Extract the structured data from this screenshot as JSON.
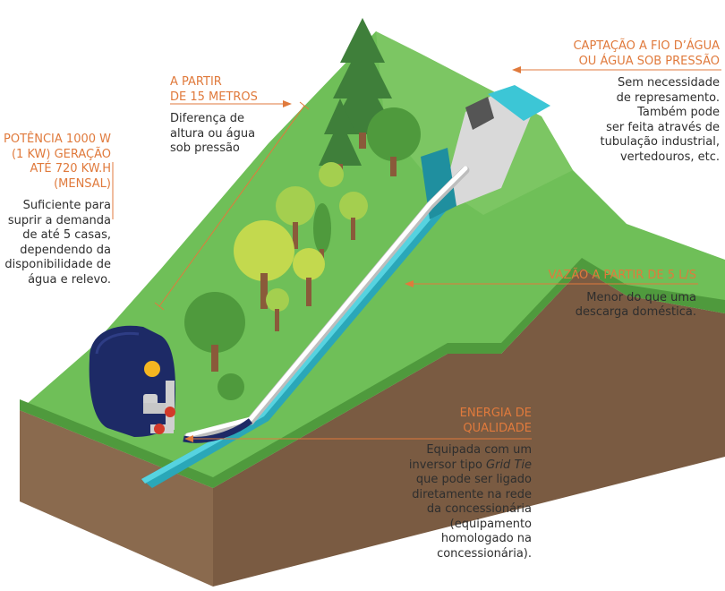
{
  "colors": {
    "accent_orange": "#e07a3c",
    "text_dark": "#2e2e2e",
    "grass": "#6fbf58",
    "grass_dark": "#4f9a3d",
    "soil": "#8a6a4e",
    "soil_dark": "#6d5039",
    "water": "#3cc6d6",
    "pipe": "#f2f2f2",
    "turbine_blue": "#1d2a66"
  },
  "callouts": {
    "height": {
      "title_lines": [
        "A PARTIR",
        "DE 15 METROS"
      ],
      "body_lines": [
        "Diferença de",
        "altura ou água",
        "sob pressão"
      ]
    },
    "intake": {
      "title_lines": [
        "CAPTAÇÃO A FIO D’ÁGUA",
        "OU ÁGUA SOB PRESSÃO"
      ],
      "body_lines": [
        "Sem necessidade",
        "de represamento.",
        "Também pode",
        "ser feita através de",
        "tubulação industrial,",
        "vertedouros, etc."
      ]
    },
    "power": {
      "title_lines": [
        "POTÊNCIA 1000 W",
        "(1 KW) GERAÇÃO",
        "ATÉ 720 KW.H",
        "(MENSAL)"
      ],
      "body_lines": [
        "Suficiente para",
        "suprir a demanda",
        "de até 5 casas,",
        "dependendo da",
        "disponibilidade de",
        "água e relevo."
      ]
    },
    "flow": {
      "title_lines": [
        "VAZÃO A PARTIR DE 5 L/S"
      ],
      "body_lines": [
        "Menor do que uma",
        "descarga doméstica."
      ]
    },
    "energy": {
      "title_lines": [
        "ENERGIA DE",
        "QUALIDADE"
      ],
      "body_line1": "Equipada com um",
      "body_line2_pre": "inversor tipo ",
      "body_line2_em": "Grid Tie",
      "body_lines_rest": [
        "que pode ser ligado",
        "diretamente na rede",
        "da concessionária",
        "(equipamento",
        "homologado na",
        "concessionária)."
      ]
    }
  },
  "icons": {
    "turbine": "hydro-turbine-icon",
    "trees": "tree-icon",
    "intake": "water-intake-icon"
  }
}
